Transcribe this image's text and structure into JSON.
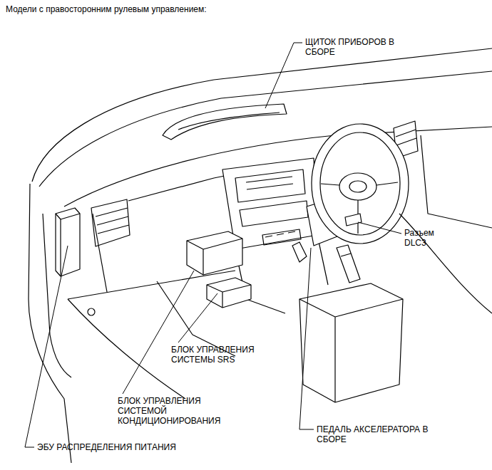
{
  "diagram": {
    "title": "Модели с правосторонним рулевым управлением:",
    "labels": [
      "ЩИТОК ПРИБОРОВ В СБОРЕ",
      "Разъем DLC3",
      "БЛОК УПРАВЛЕНИЯ СИСТЕМЫ SRS",
      "БЛОК УПРАВЛЕНИЯ СИСТЕМОЙ КОНДИЦИОНИРОВАНИЯ",
      "ПЕДАЛЬ АКСЕЛЕРАТОРА В СБОРЕ",
      "ЭБУ РАСПРЕДЕЛЕНИЯ ПИТАНИЯ"
    ]
  }
}
